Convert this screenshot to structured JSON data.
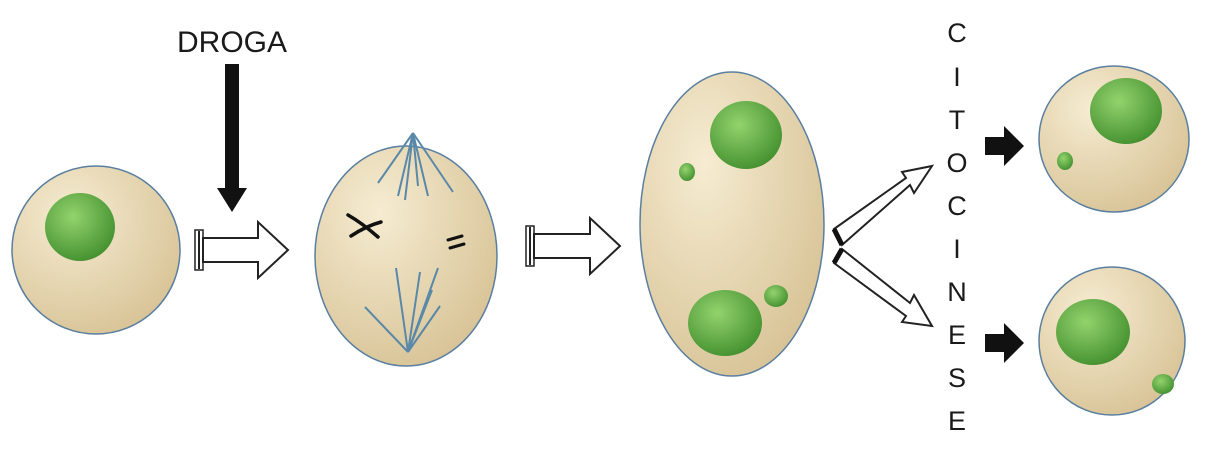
{
  "labels": {
    "drug": "DROGA",
    "cytokinesis_letters": [
      "C",
      "I",
      "T",
      "O",
      "C",
      "I",
      "N",
      "E",
      "S",
      "E"
    ]
  },
  "colors": {
    "cytoplasm_light": "#f3e7c9",
    "cytoplasm_dark": "#d9c59a",
    "cell_outline": "#5a7fa0",
    "nucleus_light": "#8fd16a",
    "nucleus_dark": "#3f8f2c",
    "spindle": "#5a88a8",
    "drug_arrow": "#111111",
    "outline_arrow": "#222222",
    "text": "#1a1a1a"
  }
}
